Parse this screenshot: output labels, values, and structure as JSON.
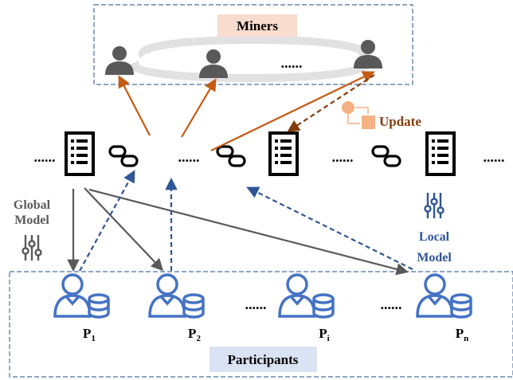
{
  "miners": {
    "label": "Miners",
    "ellipsis": "......"
  },
  "update": {
    "label": "Update"
  },
  "chain": {
    "ellipsis": "......"
  },
  "global_model": {
    "line1": "Global",
    "line2": "Model"
  },
  "local_model": {
    "line1": "Local",
    "line2": "Model"
  },
  "participants": {
    "label": "Participants",
    "ellipsis": "......",
    "items": [
      {
        "base": "P",
        "sub": "1"
      },
      {
        "base": "P",
        "sub": "2"
      },
      {
        "base": "P",
        "sub": "i"
      },
      {
        "base": "P",
        "sub": "n"
      }
    ]
  },
  "colors": {
    "miner_box": "#f8dccd",
    "miner_person": "#595959",
    "orange_arrow": "#c55a11",
    "brown_arrow": "#843c0c",
    "gray_arrow": "#595959",
    "blue": "#4472c4",
    "blue_dashed": "#2f5597",
    "participants_box": "#dae3f3",
    "update_icon": "#f4b183"
  }
}
